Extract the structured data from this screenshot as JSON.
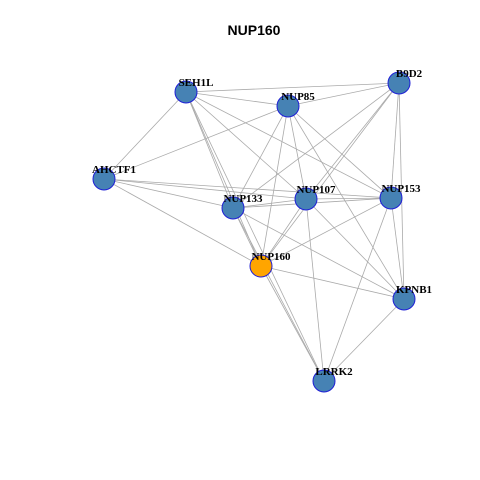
{
  "title": "NUP160",
  "colors": {
    "node_fill": "#4682b4",
    "focus_fill": "#ffa500",
    "node_stroke": "#1f1fd6",
    "edge": "#aaaaaa"
  },
  "focus_node": "NUP160",
  "nodes": [
    {
      "id": "SEH1L",
      "label": "SEH1L"
    },
    {
      "id": "NUP85",
      "label": "NUP85"
    },
    {
      "id": "B9D2",
      "label": "B9D2"
    },
    {
      "id": "AHCTF1",
      "label": "AHCTF1"
    },
    {
      "id": "NUP133",
      "label": "NUP133"
    },
    {
      "id": "NUP107",
      "label": "NUP107"
    },
    {
      "id": "NUP153",
      "label": "NUP153"
    },
    {
      "id": "NUP160",
      "label": "NUP160"
    },
    {
      "id": "KPNB1",
      "label": "KPNB1"
    },
    {
      "id": "LRRK2",
      "label": "LRRK2"
    }
  ],
  "edges": [
    [
      "SEH1L",
      "NUP85"
    ],
    [
      "SEH1L",
      "B9D2"
    ],
    [
      "SEH1L",
      "AHCTF1"
    ],
    [
      "SEH1L",
      "NUP133"
    ],
    [
      "SEH1L",
      "NUP107"
    ],
    [
      "SEH1L",
      "NUP153"
    ],
    [
      "SEH1L",
      "NUP160"
    ],
    [
      "SEH1L",
      "LRRK2"
    ],
    [
      "NUP85",
      "B9D2"
    ],
    [
      "NUP85",
      "AHCTF1"
    ],
    [
      "NUP85",
      "NUP133"
    ],
    [
      "NUP85",
      "NUP107"
    ],
    [
      "NUP85",
      "NUP153"
    ],
    [
      "NUP85",
      "NUP160"
    ],
    [
      "NUP85",
      "KPNB1"
    ],
    [
      "B9D2",
      "NUP133"
    ],
    [
      "B9D2",
      "NUP107"
    ],
    [
      "B9D2",
      "NUP153"
    ],
    [
      "B9D2",
      "NUP160"
    ],
    [
      "B9D2",
      "KPNB1"
    ],
    [
      "AHCTF1",
      "NUP133"
    ],
    [
      "AHCTF1",
      "NUP107"
    ],
    [
      "AHCTF1",
      "NUP153"
    ],
    [
      "AHCTF1",
      "NUP160"
    ],
    [
      "NUP133",
      "NUP107"
    ],
    [
      "NUP133",
      "NUP153"
    ],
    [
      "NUP133",
      "NUP160"
    ],
    [
      "NUP133",
      "KPNB1"
    ],
    [
      "NUP133",
      "LRRK2"
    ],
    [
      "NUP107",
      "NUP153"
    ],
    [
      "NUP107",
      "NUP160"
    ],
    [
      "NUP107",
      "KPNB1"
    ],
    [
      "NUP107",
      "LRRK2"
    ],
    [
      "NUP153",
      "NUP160"
    ],
    [
      "NUP153",
      "KPNB1"
    ],
    [
      "NUP153",
      "LRRK2"
    ],
    [
      "NUP160",
      "KPNB1"
    ],
    [
      "NUP160",
      "LRRK2"
    ],
    [
      "KPNB1",
      "LRRK2"
    ]
  ]
}
